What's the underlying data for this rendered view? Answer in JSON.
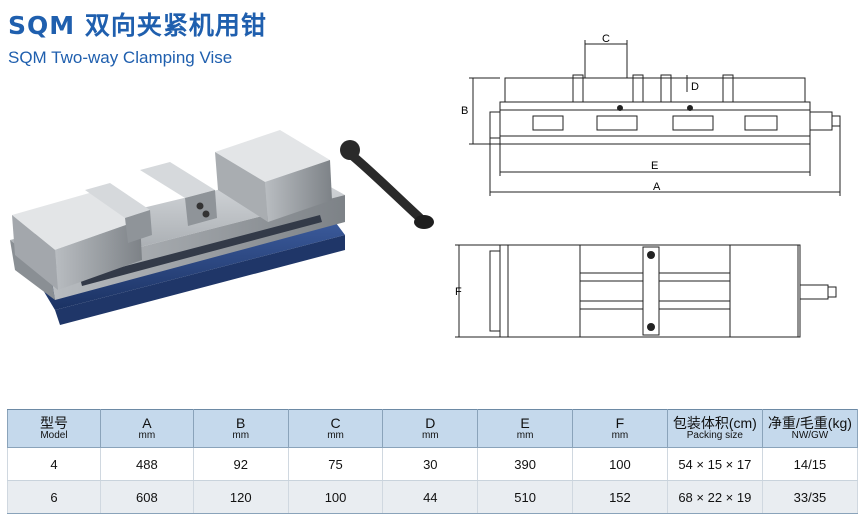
{
  "header": {
    "title_cn": "SQM 双向夹紧机用钳",
    "title_en": "SQM Two-way Clamping Vise"
  },
  "drawing": {
    "labels": {
      "a": "A",
      "b": "B",
      "c": "C",
      "d": "D",
      "e": "E",
      "f": "F"
    }
  },
  "table": {
    "columns": [
      {
        "main": "型号",
        "sub": "Model"
      },
      {
        "main": "A",
        "sub": "mm"
      },
      {
        "main": "B",
        "sub": "mm"
      },
      {
        "main": "C",
        "sub": "mm"
      },
      {
        "main": "D",
        "sub": "mm"
      },
      {
        "main": "E",
        "sub": "mm"
      },
      {
        "main": "F",
        "sub": "mm"
      },
      {
        "main": "包装体积(cm)",
        "sub": "Packing size"
      },
      {
        "main": "净重/毛重(kg)",
        "sub": "NW/GW"
      }
    ],
    "rows": [
      [
        "4",
        "488",
        "92",
        "75",
        "30",
        "390",
        "100",
        "54 × 15 × 17",
        "14/15"
      ],
      [
        "6",
        "608",
        "120",
        "100",
        "44",
        "510",
        "152",
        "68 × 22 × 19",
        "33/35"
      ]
    ]
  },
  "colors": {
    "title": "#1f5fae",
    "header_bg": "#c5d9ec",
    "row_alt": "#e9edf1",
    "vise_blue": "#2c4b8c"
  }
}
